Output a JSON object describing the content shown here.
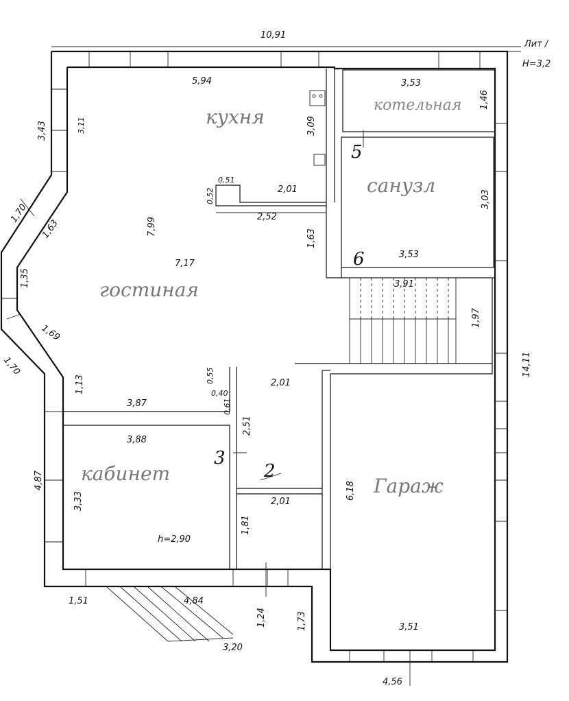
{
  "header": {
    "lit": "Лит /",
    "height": "H=3,2"
  },
  "rooms": {
    "kitchen": "кухня",
    "boiler": "котельная",
    "bathroom": "санузл",
    "living": "гостиная",
    "study": "кабинет",
    "garage": "Гараж"
  },
  "labels": {
    "study_height": "h=2,90"
  },
  "markers": {
    "m5": "5",
    "m6": "6",
    "m3": "3",
    "m2": "2"
  },
  "dims": {
    "d10_91": "10,91",
    "d5_94": "5,94",
    "d3_53a": "3,53",
    "d1_46": "1,46",
    "d3_43": "3,43",
    "d3_11": "3,11",
    "d3_09": "3,09",
    "d0_51": "0,51",
    "d2_01a": "2,01",
    "d0_52": "0,52",
    "d2_52": "2,52",
    "d3_03": "3,03",
    "d1_70a": "1,70",
    "d1_63a": "1,63",
    "d7_99": "7,99",
    "d1_63b": "1,63",
    "d3_53b": "3,53",
    "d1_35": "1,35",
    "d7_17": "7,17",
    "d3_91": "3,91",
    "d1_69": "1,69",
    "d1_97": "1,97",
    "d1_70b": "1,70",
    "d14_11": "14,11",
    "d0_55": "0,55",
    "d2_01b": "2,01",
    "d1_13": "1,13",
    "d0_40": "0,40",
    "d0_61": "0,61",
    "d3_87": "3,87",
    "d2_51": "2,51",
    "d3_88": "3,88",
    "d4_87": "4,87",
    "d6_18": "6,18",
    "d3_33": "3,33",
    "d2_01c": "2,01",
    "d1_81": "1,81",
    "d1_51": "1,51",
    "d4_84": "4,84",
    "d1_24": "1,24",
    "d1_73": "1,73",
    "d3_51": "3,51",
    "d3_20": "3,20",
    "d4_56": "4,56"
  }
}
